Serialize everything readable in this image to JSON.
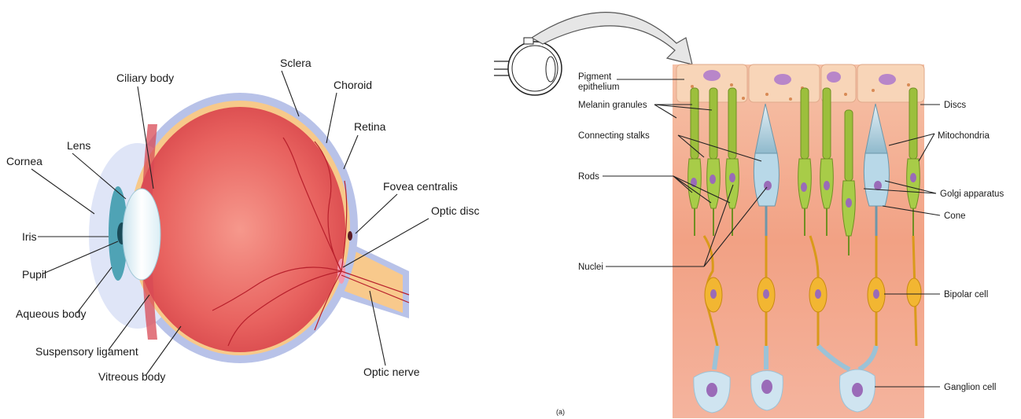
{
  "eye_labels": {
    "cornea": "Cornea",
    "lens": "Lens",
    "ciliary_body": "Ciliary body",
    "sclera": "Sclera",
    "choroid": "Choroid",
    "retina": "Retina",
    "fovea_centralis": "Fovea centralis",
    "optic_disc": "Optic disc",
    "iris": "Iris",
    "pupil": "Pupil",
    "aqueous_body": "Aqueous body",
    "suspensory_ligament": "Suspensory ligament",
    "vitreous_body": "Vitreous body",
    "optic_nerve": "Optic nerve"
  },
  "retina_labels": {
    "pigment_epithelium_1": "Pigment",
    "pigment_epithelium_2": "epithelium",
    "melanin_granules": "Melanin granules",
    "connecting_stalks": "Connecting stalks",
    "rods": "Rods",
    "nuclei": "Nuclei",
    "discs": "Discs",
    "mitochondria": "Mitochondria",
    "golgi_apparatus": "Golgi apparatus",
    "cone": "Cone",
    "bipolar_cell": "Bipolar cell",
    "ganglion_cell": "Ganglion cell",
    "panel_tag": "(a)"
  },
  "colors": {
    "sclera": "#b8c2e8",
    "vitreous": "#e2585a",
    "retina_layer": "#f7c98a",
    "lens": "#eef6fb",
    "iris": "#4fa3b5",
    "tissue": "#f3a98f",
    "rod": "#9cbf3c",
    "cone": "#b8d8e8",
    "bipolar": "#f2b632",
    "ganglion": "#cfe4f0",
    "nucleus": "#9a6bb8"
  }
}
